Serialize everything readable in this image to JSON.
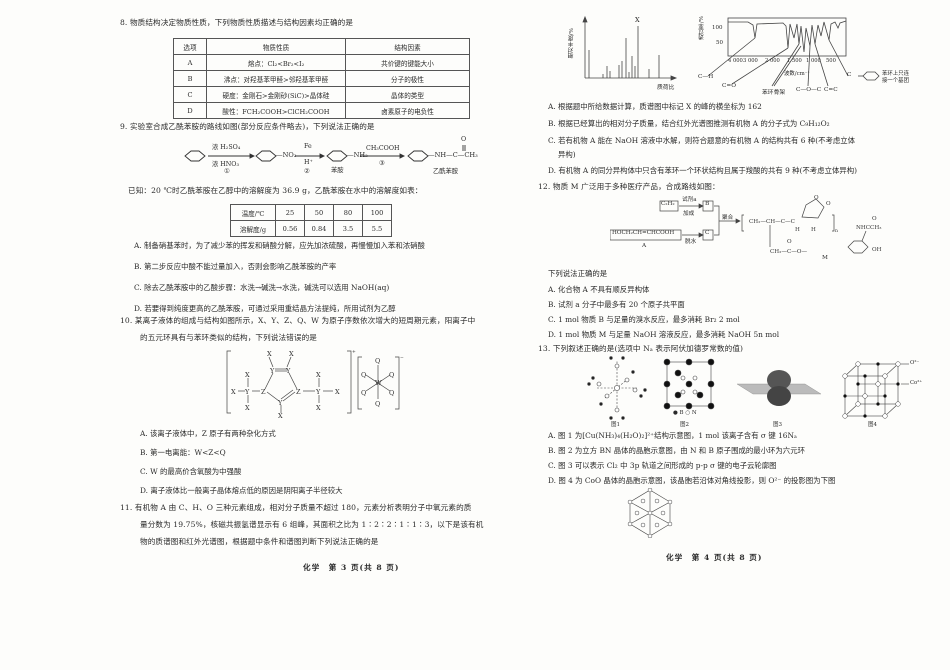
{
  "left_page": {
    "q8": {
      "stem": "8. 物质结构决定物质性质，下列物质性质描述与结构因素均正确的是",
      "table": {
        "headers": [
          "选项",
          "物质性质",
          "结构因素"
        ],
        "rows": [
          [
            "A",
            "熔点：Cl₂<Br₂<I₂",
            "共价键的键能大小"
          ],
          [
            "B",
            "沸点：对羟基苯甲醛>邻羟基苯甲醛",
            "分子的极性"
          ],
          [
            "C",
            "硬度：金刚石>金刚砂(SiC)>晶体硅",
            "晶体的类型"
          ],
          [
            "D",
            "酸性：FCH₂COOH>ClCH₂COOH",
            "卤素原子的电负性"
          ]
        ]
      }
    },
    "q9": {
      "stem": "9. 实验室合成乙酰苯胺的路线如图(部分反应条件略去)，下列说法正确的是",
      "scheme": {
        "step1_top": "浓 H₂SO₄",
        "step1_bottom": "浓 HNO₃",
        "step1_num": "①",
        "nitro": "—NO₂",
        "step2_top": "Fe",
        "step2_bottom": "H⁺",
        "step2_num": "②",
        "amine": "—NH₂",
        "amine_name": "苯胺",
        "step3_top": "CH₃COOH",
        "step3_num": "③",
        "product": "—NH—C—CH₃",
        "product_o": "O",
        "product_name": "乙酰苯胺"
      },
      "known": "已知：20 ℃时乙酰苯胺在乙醇中的溶解度为 36.9 g，乙酰苯胺在水中的溶解度如表：",
      "sol_table": {
        "row1": [
          "温度/℃",
          "25",
          "50",
          "80",
          "100"
        ],
        "row2": [
          "溶解度/g",
          "0.56",
          "0.84",
          "3.5",
          "5.5"
        ]
      },
      "options": [
        "A. 制备硝基苯时，为了减少苯的挥发和硝酸分解，应先加浓硫酸，再慢慢加入苯和浓硝酸",
        "B. 第二步反应中酸不能过量加入，否则会影响乙酰苯胺的产率",
        "C. 除去乙酰苯胺中的乙酸步骤：水洗→碱洗→水洗，碱洗可以选用 NaOH(aq)",
        "D. 若要得到纯度更高的乙酰苯胺，可通过采用重结晶方法提纯，所用试剂为乙醇"
      ]
    },
    "q10": {
      "stem_line1": "10. 某离子液体的组成与结构如图所示，X、Y、Z、Q、W 为原子序数依次增大的短周期元素，阳离子中",
      "stem_line2": "的五元环具有与苯环类似的结构，下列说法错误的是",
      "options": [
        "A. 该离子液体中，Z 原子有两种杂化方式",
        "B. 第一电离能：W<Z<Q",
        "C. W 的最高价含氧酸为中强酸",
        "D. 离子液体比一般离子晶体熔点低的原因是阴阳离子半径较大"
      ]
    },
    "q11": {
      "stem_line1": "11. 有机物 A 由 C、H、O 三种元素组成，相对分子质量不超过 180，元素分析表明分子中氧元素的质",
      "stem_line2": "量分数为 19.75%，核磁共振氢谱显示有 6 组峰，其面积之比为 1∶2∶2∶1∶1∶3，以下是该有机",
      "stem_line3": "物的质谱图和红外光谱图，根据题中条件和谱图判断下列说法正确的是"
    },
    "footer": "化学　第 3 页(共 8 页)"
  },
  "right_page": {
    "ms_chart": {
      "ylabel": "相对丰度/%",
      "xlabel": "质荷比",
      "peak_label": "X"
    },
    "ir_chart": {
      "ylabel": "透过率/%",
      "yticks": [
        "100",
        "50"
      ],
      "xticks": [
        "4 000",
        "3 000",
        "2 000",
        "1 500",
        "1 000",
        "500"
      ],
      "xlabel": "波数/cm⁻¹",
      "labels": [
        "C—H",
        "C=O",
        "苯环骨架",
        "C—O—C",
        "C=C",
        "苯环上只连接一个基团"
      ]
    },
    "q11_options": [
      "A. 根据题中所给数据计算，质谱图中标记 X 的峰的横坐标为 162",
      "B. 根据已经算出的相对分子质量，结合红外光谱图推测有机物 A 的分子式为 C₉H₁₂O₂",
      "C. 若有机物 A 能在 NaOH 溶液中水解，则符合题意的有机物 A 的结构共有 6 种(不考虑立体",
      "异构)",
      "D. 有机物 A 的同分异构体中只含有苯环一个环状结构且属于羧酸的共有 9 种(不考虑立体异构)"
    ],
    "q12": {
      "stem": "12. 物质 M 广泛用于多种医疗产品，合成路线如图：",
      "scheme": {
        "c2h2": "C₂H₂",
        "reagent": "试剂a",
        "addition": "加成",
        "B": "B",
        "A_formula": "HOCH₂CH=CHCOOH",
        "A_label": "A",
        "dehydrate": "脱水",
        "C": "C",
        "polymerize": "聚合",
        "M_label": "M"
      },
      "prompt": "下列说法正确的是",
      "options": [
        "A. 化合物 A 不具有顺反异构体",
        "B. 试剂 a 分子中最多有 20 个原子共平面",
        "C. 1 mol 物质 B 与足量的溴水反应，最多消耗 Br₂ 2 mol",
        "D. 1 mol 物质 M 与足量 NaOH 溶液反应，最多消耗 NaOH 5n mol"
      ]
    },
    "q13": {
      "stem": "13. 下列叙述正确的是(选项中 Nₐ 表示阿伏加德罗常数的值)",
      "figures": [
        "图1",
        "图2",
        "图3",
        "图4"
      ],
      "legend_bn": "● B  ○ N",
      "fig4_labels": [
        "O²⁻",
        "Co²⁺"
      ],
      "options": [
        "A. 图 1 为[Cu(NH₃)₄(H₂O)₂]²⁺结构示意图，1 mol 该离子含有 σ 键 16Nₐ",
        "B. 图 2 为立方 BN 晶体的晶胞示意图，由 N 和 B 原子围成的最小环为六元环",
        "C. 图 3 可以表示 Cl₂ 中 3p 轨道之间形成的 p-p σ 键的电子云轮廓图",
        "D. 图 4 为 CoO 晶体的晶胞示意图，该晶胞若沿体对角线投影，则 O²⁻ 的投影图为下图"
      ]
    },
    "footer": "化学　第 4 页(共 8 页)"
  }
}
